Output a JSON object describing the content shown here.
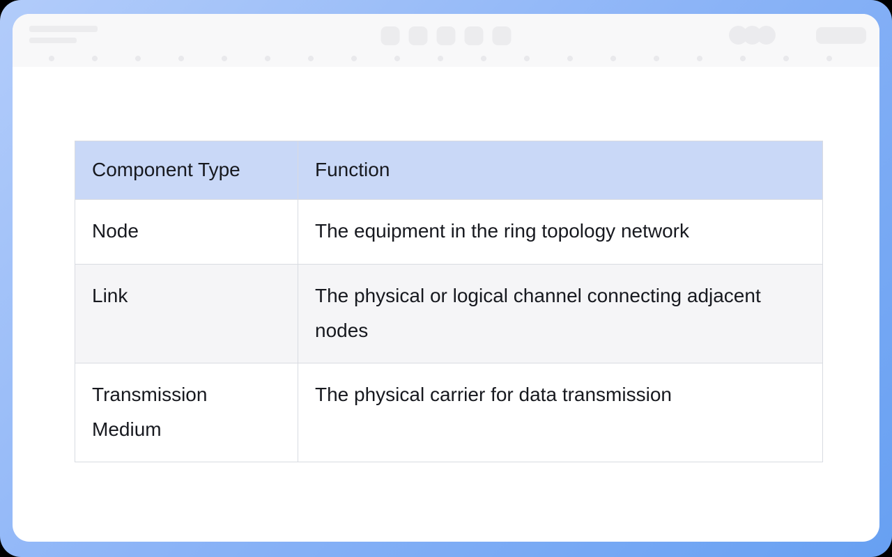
{
  "frame": {
    "gradient_start": "#b2ccfa",
    "gradient_end": "#67a0f2"
  },
  "toolbar": {
    "style": "skeleton-placeholder-chrome",
    "placeholder_color": "#ececee",
    "background": "#f8f8f9"
  },
  "table": {
    "columns": [
      "Component Type",
      "Function"
    ],
    "rows": [
      {
        "component_type": "Node",
        "function": "The equipment in the ring topology network"
      },
      {
        "component_type": "Link",
        "function": "The physical or logical channel connecting adjacent nodes"
      },
      {
        "component_type": "Transmission Medium",
        "function": "The physical carrier for data transmission"
      }
    ],
    "colors": {
      "header_bg": "#c9d8f7",
      "alt_row_bg": "#f5f5f7",
      "border": "#d8dbe1",
      "text": "#17191f"
    }
  }
}
